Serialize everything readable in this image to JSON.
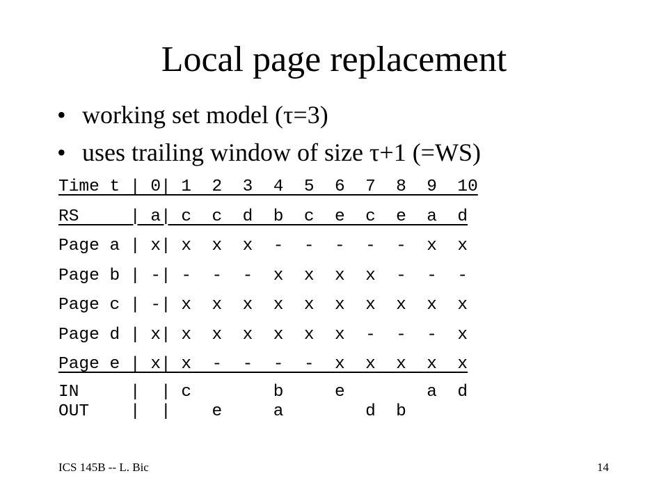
{
  "slide": {
    "title": "Local page replacement",
    "bullets": [
      "working set model (τ=3)",
      "uses trailing window of size τ+1 (=WS)"
    ],
    "bullet_symbol": "•"
  },
  "table": {
    "rows": [
      "Time t | 0| 1  2  3  4  5  6  7  8  9  10",
      "RS     | a| c  c  d  b  c  e  c  e  a  d",
      "Page a | x| x  x  x  -  -  -  -  -  x  x",
      "Page b | -| -  -  -  x  x  x  x  -  -  -",
      "Page c | -| x  x  x  x  x  x  x  x  x  x",
      "Page d | x| x  x  x  x  x  x  -  -  -  x",
      "Page e | x| x  -  -  -  -  x  x  x  x  x",
      "IN     |  | c        b     e        a  d",
      "OUT    |  |    e     a        d  b"
    ]
  },
  "footer": {
    "left": "ICS 145B -- L. Bic",
    "page_number": "14"
  }
}
